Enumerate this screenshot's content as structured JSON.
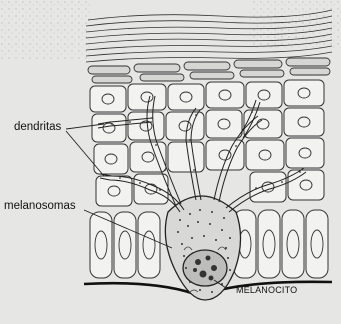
{
  "labels": {
    "dendritas": "dendritas",
    "melanosomas": "melanosomas",
    "melanocito": "MELANOCITO"
  }
}
